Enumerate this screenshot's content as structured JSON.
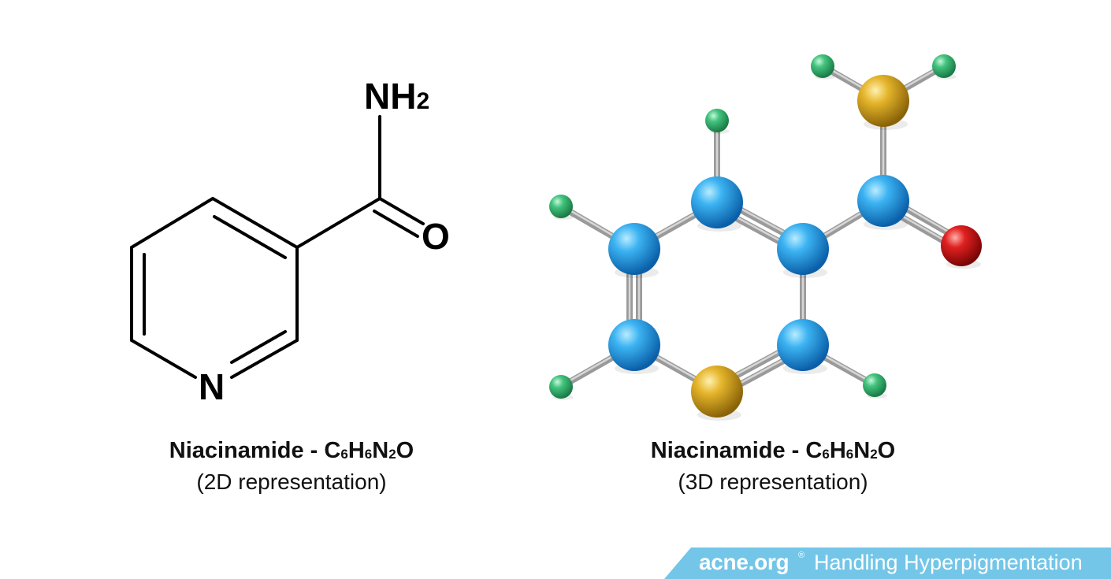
{
  "structure_2d": {
    "label_nh2": "NH",
    "label_nh2_sub": "2",
    "label_o": "O",
    "label_n": "N"
  },
  "caption_2d": {
    "name": "Niacinamide - ",
    "formula": [
      {
        "el": "C",
        "n": "6"
      },
      {
        "el": "H",
        "n": "6"
      },
      {
        "el": "N",
        "n": "2"
      },
      {
        "el": "O",
        "n": ""
      }
    ],
    "subtitle": "(2D representation)"
  },
  "caption_3d": {
    "name": "Niacinamide - ",
    "formula": [
      {
        "el": "C",
        "n": "6"
      },
      {
        "el": "H",
        "n": "6"
      },
      {
        "el": "N",
        "n": "2"
      },
      {
        "el": "O",
        "n": ""
      }
    ],
    "subtitle": "(3D representation)"
  },
  "model_3d": {
    "colors": {
      "carbon": "#1f9be6",
      "nitrogen": "#e0b020",
      "oxygen": "#d11a1a",
      "hydrogen": "#3dbf78",
      "bond": "#9a9a9a"
    }
  },
  "banner": {
    "brand": "acne.org",
    "reg": "®",
    "tagline": "Handling Hyperpigmentation",
    "color": "#73c6e8"
  }
}
